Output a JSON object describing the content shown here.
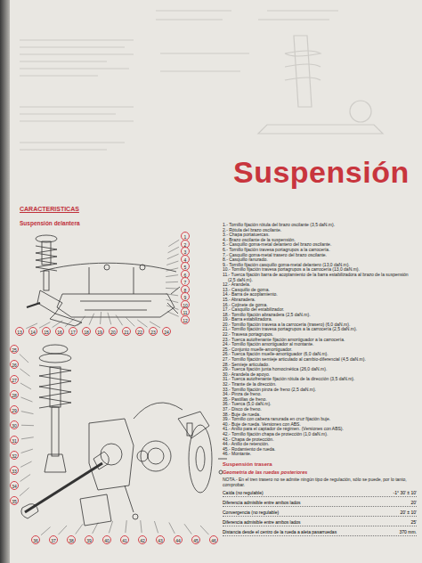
{
  "diagram": {
    "title": "Suspensión",
    "labels": [
      "CARACTERISTICAS",
      "Suspensión delantera",
      "1.- Tornillo fijación rótula del brazo oscilante (3,5 daN.m).",
      "2.- Rótula del brazo oscilante.",
      "3.- Chapa portatuercas.",
      "4.- Brazo oscilante de la suspensión.",
      "5.- Casquillo goma-metal delantero del brazo oscilante.",
      "6.- Tornillo fijación travesa portagrupos a la carrocería.",
      "7.- Casquillo goma-metal trasero del brazo oscilante.",
      "8.- Casquillo ranurado.",
      "9.- Tornillo fijación casquillo goma-metal delantero (13,0 daN.m).",
      "10.- Tornillo fijación travesa portagrupos a la carrocería (13,0 daN.m).",
      "11.- Tuerca fijación barra de acoplamiento de la barra estabilizadora al brazo de la suspensión (2,5 daN.m).",
      "12.- Arandela.",
      "13.- Casquillo de goma.",
      "14.- Barra de acoplamiento.",
      "15.- Abrazadera.",
      "16.- Cojinete de goma.",
      "17.- Casquillo del estabilizador.",
      "18.- Tornillo fijación abrazadera (2,5 daN.m).",
      "19.- Barra estabilizadora.",
      "20.- Tornillo fijación travesa a la carrocería (trasero) (6,0 daN.m).",
      "21.- Tornillo fijación travesa portagrupos a la carrocería (2,5 daN.m).",
      "22.- Travesa portagrupos.",
      "23.- Tuerca autofrenante fijación amortiguador a la carrocería.",
      "24.- Tornillo fijación amortiguador al montante.",
      "25.- Conjunto muelle-amortiguador.",
      "26.- Tuerca fijación muelle-amortiguador (6,0 daN.m).",
      "27.- Tornillo fijación semieje articulado al cambio-diferencial (4,5 daN.m).",
      "28.- Semieje articulado.",
      "29.- Tuerca fijación junta homocinética (26,0 daN.m).",
      "30.- Arandela de apoyo.",
      "31.- Tuerca autofrenante fijación rótula de la dirección (3,5 daN.m).",
      "32.- Tirante de la dirección.",
      "33.- Tornillo fijación pinza de freno (2,5 daN.m).",
      "34.- Pinza de freno.",
      "35.- Pastillas de freno.",
      "36.- Tuerca (5,0 daN.m).",
      "37.- Disco de freno.",
      "38.- Buje de rueda.",
      "39.- Tornillo con cabeza ranurada en cruz fijación buje.",
      "40.- Buje de rueda. Versiones con ABS.",
      "41.- Anillo para el captador de régimen. (Versiones con ABS).",
      "42.- Tornillo fijación chapa de protección (1,0 daN.m).",
      "43.- Chapa de protección.",
      "44.- Anillo de retención.",
      "45.- Rodamiento de rueda.",
      "46.- Montante.",
      "Suspensión trasera",
      "Geometría de las ruedas posteriores",
      "NOTA.- En el tren trasero no se admite ningún tipo de regulación, sólo se puede, por lo tanto, comprobar.",
      "Caída (no regulable)",
      "-1° 30' ± 10'",
      "Diferencia admisible entre ambos lados",
      "20'",
      "Convergencia (no regulable)",
      "20' ± 10'",
      "Diferencia admisible entre ambos lados",
      "25'",
      "Distancia desde el centro de la rueda a aleta pasarruedas",
      "370 mm.",
      "1",
      "2",
      "3",
      "4",
      "5",
      "6",
      "7",
      "8",
      "9",
      "10",
      "11",
      "12",
      "13",
      "14",
      "15",
      "16",
      "17",
      "18",
      "19",
      "20",
      "21",
      "22",
      "23",
      "24",
      "25",
      "26",
      "27",
      "28",
      "29",
      "30",
      "31",
      "32",
      "33",
      "34",
      "35",
      "36",
      "37",
      "38",
      "39",
      "40",
      "41",
      "42",
      "43",
      "44",
      "45",
      "46"
    ]
  }
}
